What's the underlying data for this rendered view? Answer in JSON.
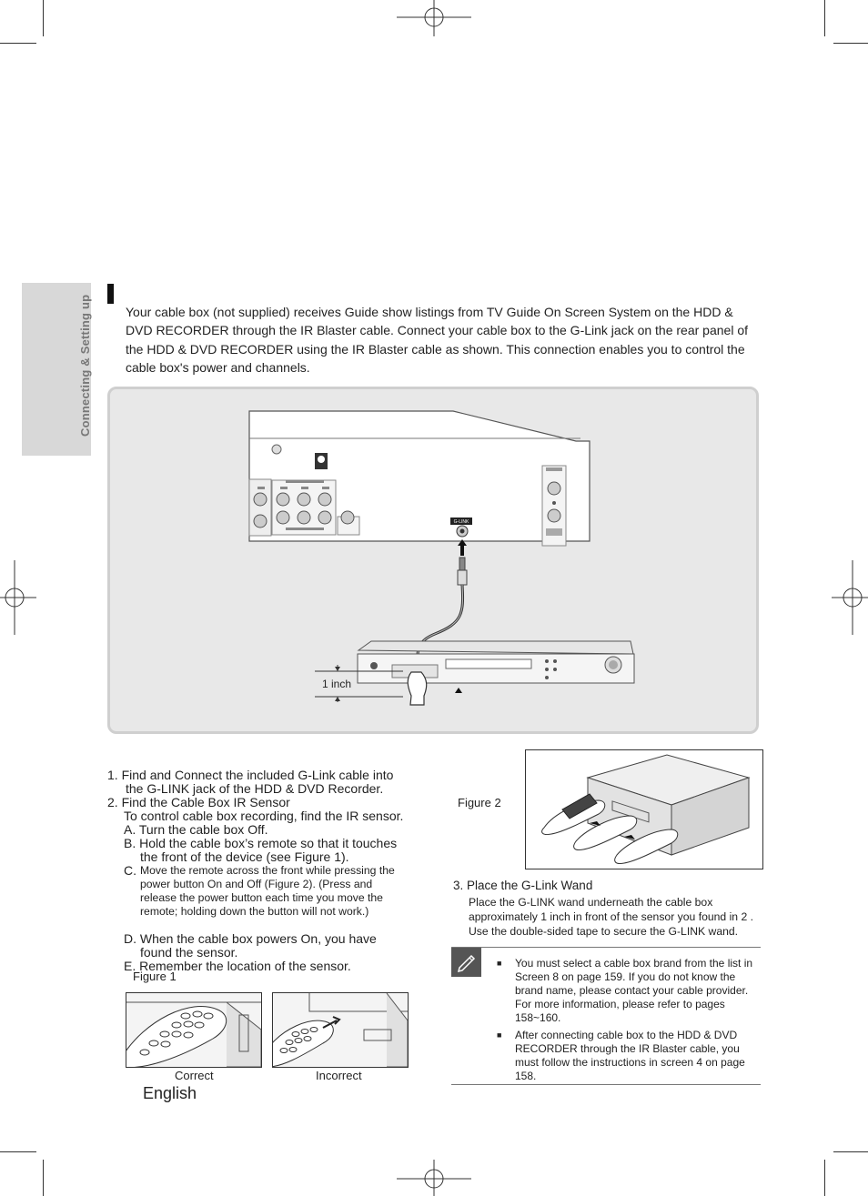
{
  "sidebar": {
    "label": "Connecting & Setting up"
  },
  "intro": {
    "text": "Your cable box (not supplied) receives Guide show listings from TV Guide On Screen System on the HDD & DVD RECORDER through the IR Blaster cable. Connect your cable box to the G-Link jack on the rear panel of the HDD & DVD RECORDER using the IR Blaster cable as shown. This connection enables you to control the cable box's power and channels."
  },
  "diagram": {
    "glink_label": "G-LINK",
    "distance_label": "1 inch"
  },
  "steps": {
    "s1_line1": "1. Find and Connect the included G-Link cable into",
    "s1_line2": "the G-LINK jack of the HDD & DVD Recorder.",
    "s2_line1": "2. Find the Cable Box IR Sensor",
    "s2_line2": "To control cable box recording, find the IR sensor.",
    "a": "A. Turn the cable box Off.",
    "b1": "B. Hold the cable box’s remote so that it touches",
    "b2": "the front of the device (see Figure 1).",
    "c_prefix": "C.",
    "c1": "Move the remote across the front while pressing the",
    "c2": "power button On and Off (Figure 2). (Press and",
    "c3": "release the power button each time you move the",
    "c4": "remote; holding down the button will not work.)",
    "d1": "D. When the cable box powers On, you have",
    "d2": "found the sensor.",
    "e": "E. Remember the location of the sensor."
  },
  "figure1": {
    "caption": "Figure 1",
    "correct": "Correct",
    "incorrect": "Incorrect"
  },
  "figure2": {
    "caption": "Figure 2"
  },
  "step3": {
    "title": "3. Place the G-Link Wand",
    "line1": "Place the G-LINK wand underneath the cable box",
    "line2": "approximately 1 inch in front of the sensor you found in 2 .",
    "line3": "Use the double-sided tape to secure the G-LINK wand."
  },
  "notes": [
    "You must select a cable box brand from the list in Screen 8 on page 159. If you do not know the brand name, please contact your cable provider. For more information, please refer to pages 158~160.",
    "After connecting cable box to the HDD & DVD RECORDER through the IR Blaster cable, you must follow the instructions in screen 4 on page 158."
  ],
  "footer": {
    "language": "English"
  }
}
